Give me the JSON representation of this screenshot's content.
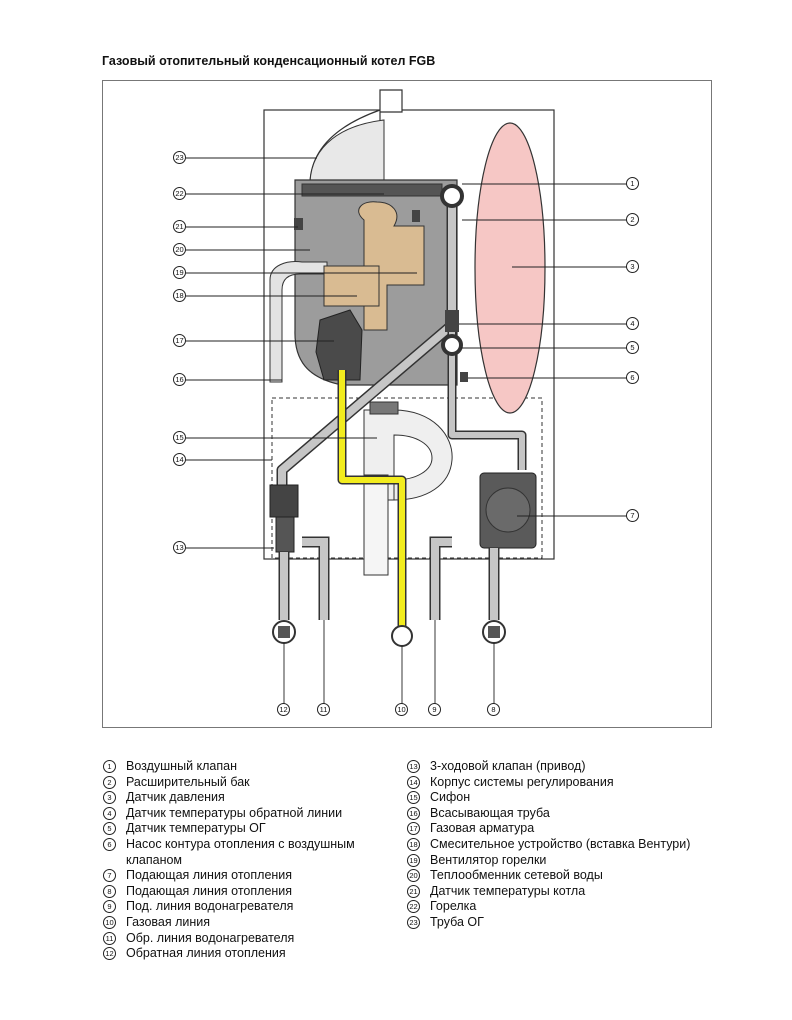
{
  "title": "Газовый отопительный конденсационный котел FGB",
  "callouts": {
    "c1": "1",
    "c2": "2",
    "c3": "3",
    "c4": "4",
    "c5": "5",
    "c6": "6",
    "c7": "7",
    "c8": "8",
    "c9": "9",
    "c10": "10",
    "c11": "11",
    "c12": "12",
    "c13": "13",
    "c14": "14",
    "c15": "15",
    "c16": "16",
    "c17": "17",
    "c18": "18",
    "c19": "19",
    "c20": "20",
    "c21": "21",
    "c22": "22",
    "c23": "23"
  },
  "legend_left": [
    {
      "num": "1",
      "text": "Воздушный клапан"
    },
    {
      "num": "2",
      "text": "Расширительный бак"
    },
    {
      "num": "3",
      "text": "Датчик давления"
    },
    {
      "num": "4",
      "text": "Датчик температуры обратной линии"
    },
    {
      "num": "5",
      "text": "Датчик температуры ОГ"
    },
    {
      "num": "6",
      "text": "Насос контура отопления с воздушным клапаном"
    },
    {
      "num": "7",
      "text": "Подающая линия отопления"
    },
    {
      "num": "8",
      "text": "Подающая линия отопления"
    },
    {
      "num": "9",
      "text": "Под. линия водонагревателя"
    },
    {
      "num": "10",
      "text": "Газовая линия"
    },
    {
      "num": "11",
      "text": "Обр. линия водонагревателя"
    },
    {
      "num": "12",
      "text": "Обратная линия отопления"
    }
  ],
  "legend_right": [
    {
      "num": "13",
      "text": "3-ходовой клапан (привод)"
    },
    {
      "num": "14",
      "text": "Корпус системы регулирования"
    },
    {
      "num": "15",
      "text": "Сифон"
    },
    {
      "num": "16",
      "text": "Всасывающая труба"
    },
    {
      "num": "17",
      "text": "Газовая арматура"
    },
    {
      "num": "18",
      "text": "Смесительное устройство (вставка Вентури)"
    },
    {
      "num": "19",
      "text": "Вентилятор горелки"
    },
    {
      "num": "20",
      "text": "Теплообменник сетевой воды"
    },
    {
      "num": "21",
      "text": "Датчик температуры котла"
    },
    {
      "num": "22",
      "text": "Горелка"
    },
    {
      "num": "23",
      "text": "Труба ОГ"
    }
  ],
  "colors": {
    "gas_line": "#f2ec1e",
    "expansion_tank": "#f6c7c5",
    "fan": "#d9bb92",
    "heat_exchanger": "#9c9c9c",
    "pipes": "#c6c6c6",
    "dark_parts": "#4a4a4a"
  }
}
